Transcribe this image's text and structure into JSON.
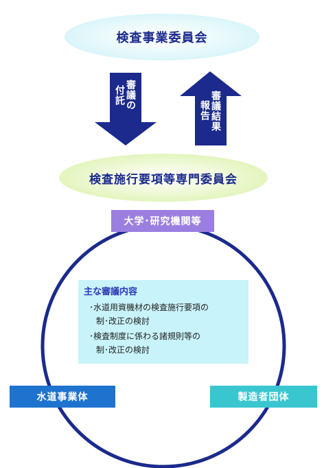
{
  "top_committee": "検査事業委員会",
  "arrow_down": {
    "line1": "審議の",
    "line2": "付託"
  },
  "arrow_up": {
    "line1": "審議結果",
    "line2": "報告"
  },
  "mid_committee": "検査施行要項等専門委員会",
  "members": {
    "university": "大学･研究機関等",
    "water_utility": "水道事業体",
    "manufacturers": "製造者団体"
  },
  "deliberation": {
    "title": "主な審議内容",
    "items": [
      {
        "line1": "･水道用資機材の検査施行要項の",
        "line2": "制･改正の検討"
      },
      {
        "line1": "･検査制度に係わる諸規則等の",
        "line2": "制･改正の検討"
      }
    ]
  },
  "colors": {
    "arrow": "#1b2a8c",
    "circle": "#1b2a8c",
    "university_box": "#9b7fe0",
    "water_box": "#1e73ce",
    "maker_box": "#39c6cf",
    "content_box": "#c8f3fa"
  }
}
